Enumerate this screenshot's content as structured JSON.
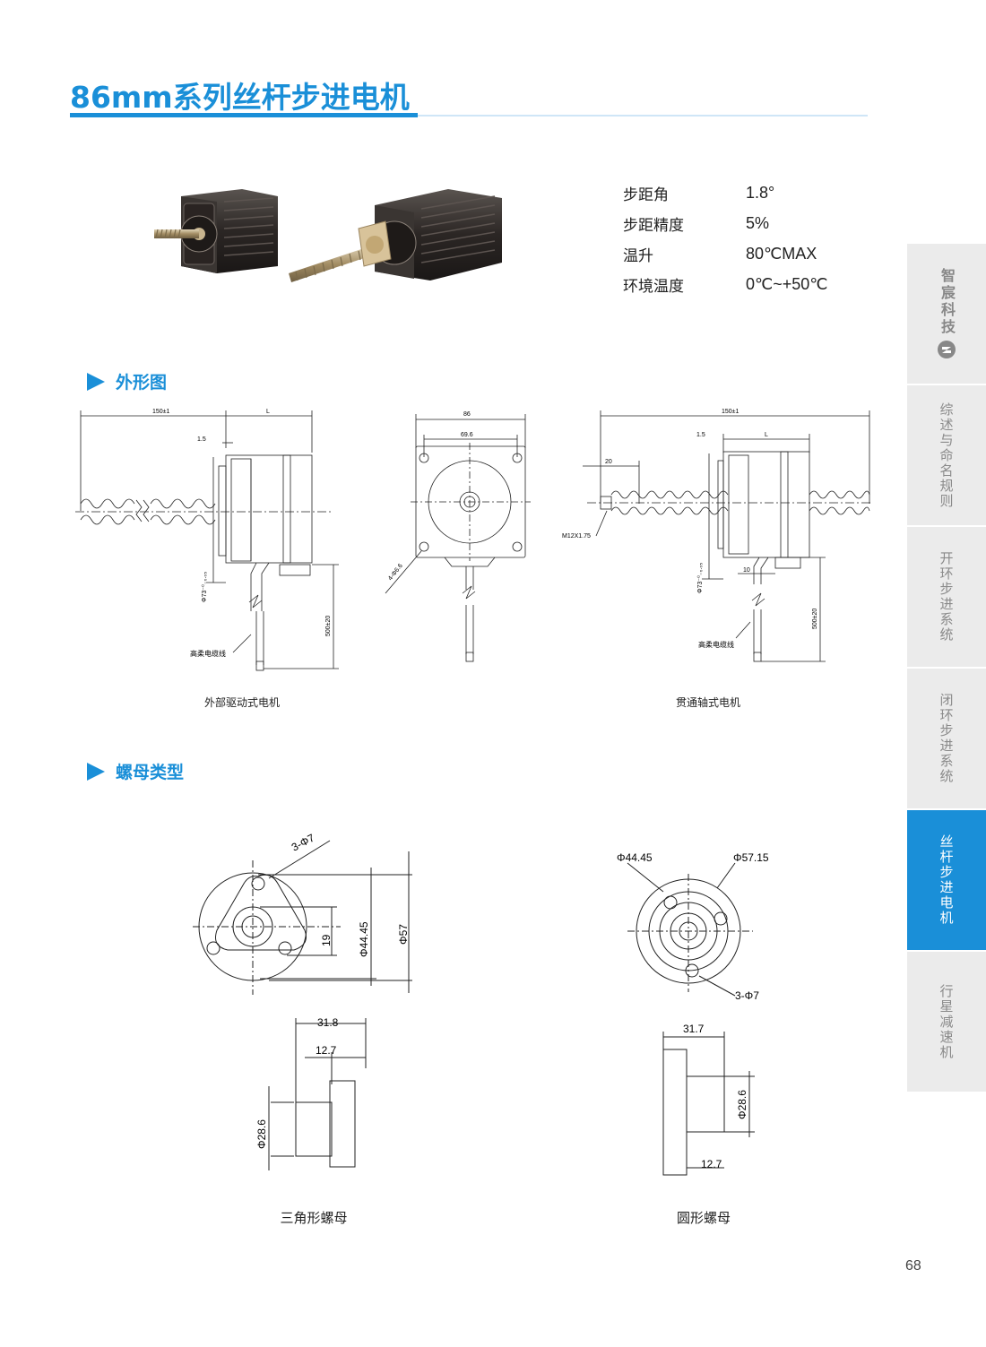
{
  "title": "86mm系列丝杆步进电机",
  "specs": [
    {
      "label": "步距角",
      "value": "1.8°"
    },
    {
      "label": "步距精度",
      "value": "5%"
    },
    {
      "label": "温升",
      "value": "80℃MAX"
    },
    {
      "label": "环境温度",
      "value": "0℃~+50℃"
    }
  ],
  "sections": {
    "outline": "外形图",
    "nut_types": "螺母类型"
  },
  "outline_drawings": {
    "external": {
      "caption": "外部驱动式电机",
      "dim_length": "150±1",
      "dim_L": "L",
      "dim_1_5": "1.5",
      "dim_phi73": "Φ73⁻⁰₋₀.₀₅",
      "dim_500": "500±20",
      "cable_label": "高柔电缆线"
    },
    "front": {
      "dim_86": "86",
      "dim_69_6": "69.6",
      "dim_holes": "4-Φ6.6"
    },
    "through_shaft": {
      "caption": "贯通轴式电机",
      "dim_length": "150±1",
      "dim_L": "L",
      "dim_1_5": "1.5",
      "dim_20": "20",
      "dim_thread": "M12X1.75",
      "dim_phi73": "Φ73⁻⁰₋₀.₀₅",
      "dim_10": "10",
      "dim_500": "500±20",
      "cable_label": "高柔电缆线"
    }
  },
  "nut_drawings": {
    "triangle": {
      "caption": "三角形螺母",
      "dim_holes": "3-Φ7",
      "dim_19": "19",
      "dim_44_45": "Φ44.45",
      "dim_57": "Φ57",
      "dim_31_8": "31.8",
      "dim_12_7": "12.7",
      "dim_28_6": "Φ28.6"
    },
    "round": {
      "caption": "圆形螺母",
      "dim_44_45": "Φ44.45",
      "dim_57_15": "Φ57.15",
      "dim_holes": "3-Φ7",
      "dim_31_7": "31.7",
      "dim_28_6": "Φ28.6",
      "dim_12_7": "12.7"
    }
  },
  "sidebar": {
    "logo_text": "智宸科技",
    "logo_icon": "zhichen-logo-icon",
    "tabs": [
      {
        "label": "综述与命名规则",
        "active": false
      },
      {
        "label": "开环步进系统",
        "active": false
      },
      {
        "label": "闭环步进系统",
        "active": false
      },
      {
        "label": "丝杆步进电机",
        "active": true
      },
      {
        "label": "行星减速机",
        "active": false
      }
    ]
  },
  "colors": {
    "accent": "#1a8fd8",
    "sidebar_bg": "#ebebeb",
    "sidebar_text": "#8a8a8a"
  },
  "page_number": "68"
}
